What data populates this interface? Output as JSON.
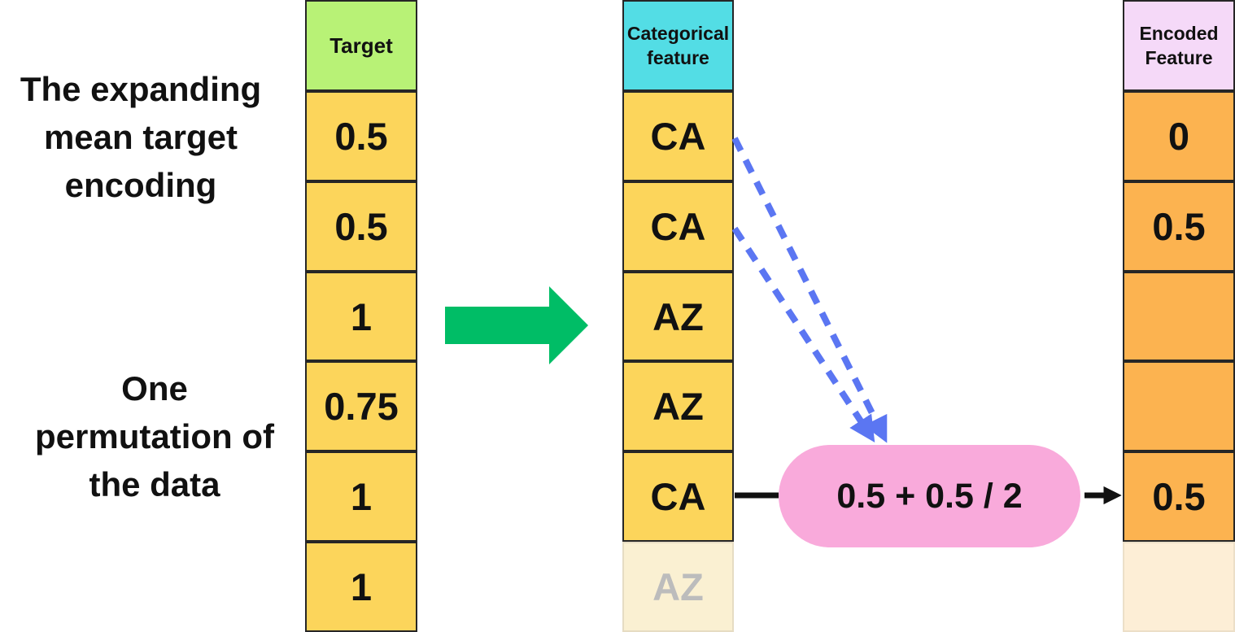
{
  "diagram": {
    "title": "The expanding mean target encoding",
    "subtitle": "One permutation of the data",
    "columns": {
      "target": {
        "header": "Target",
        "cells": [
          "0.5",
          "0.5",
          "1",
          "0.75",
          "1",
          "1"
        ]
      },
      "categorical": {
        "header": "Categorical feature",
        "cells": [
          "CA",
          "CA",
          "AZ",
          "AZ",
          "CA",
          "AZ"
        ]
      },
      "encoded": {
        "header": "Encoded Feature",
        "cells": [
          "0",
          "0.5",
          "",
          "",
          "0.5",
          ""
        ]
      }
    },
    "formula": "0.5 + 0.5 / 2",
    "colors": {
      "target_header": "#b8f276",
      "categorical_header": "#53dde5",
      "encoded_header": "#f5d9f8",
      "yellow_cell": "#fcd55b",
      "orange_cell": "#fcb350",
      "faded_yellow_cell": "#faf0d2",
      "faded_orange_cell": "#fdeed6",
      "formula_box": "#f9aadb",
      "green_arrow": "#00bd66",
      "dashed_arrow_blue": "#5b76f2",
      "black_arrow": "#111111"
    }
  }
}
